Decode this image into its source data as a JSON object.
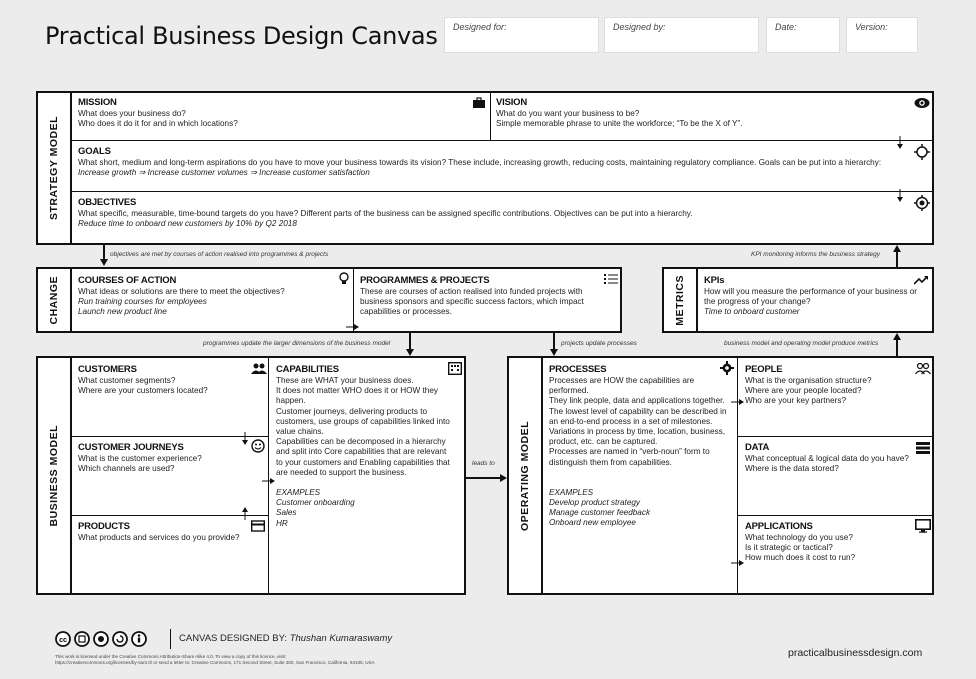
{
  "header": {
    "title": "Practical Business Design Canvas",
    "fields": [
      "Designed for:",
      "Designed by:",
      "Date:",
      "Version:"
    ]
  },
  "strategy": {
    "label": "STRATEGY MODEL",
    "mission": {
      "title": "MISSION",
      "lines": [
        "What does your business do?",
        "Who does it do it for and in which locations?"
      ]
    },
    "vision": {
      "title": "VISION",
      "lines": [
        "What do you want your business to be?",
        "Simple memorable phrase to unite the workforce; “To be the X of Y”."
      ]
    },
    "goals": {
      "title": "GOALS",
      "lines": [
        "What short, medium and long-term aspirations do you have to move your business towards its vision? These include, increasing growth, reducing costs, maintaining regulatory compliance. Goals can be put into a hierarchy:"
      ],
      "example": "Increase growth ⇒ Increase customer volumes ⇒ Increase customer satisfaction"
    },
    "objectives": {
      "title": "OBJECTIVES",
      "lines": [
        "What specific, measurable, time-bound targets do you have? Different parts of the business can be assigned specific contributions. Objectives can be put into a hierarchy."
      ],
      "example": "Reduce time to onboard new customers by 10% by Q2 2018"
    }
  },
  "connectors": {
    "objectives_to_coa": "objectives are met by courses of action realised into programmes & projects",
    "kpi_to_strategy": "KPI monitoring informs the business strategy",
    "programmes_to_business": "programmes update the larger dimensions of the business model",
    "projects_to_processes": "projects update processes",
    "models_to_metrics": "business model and operating model produce metrics",
    "leads_to": "leads to"
  },
  "change": {
    "label": "CHANGE",
    "coa": {
      "title": "COURSES OF ACTION",
      "lines": [
        "What ideas or solutions are there to meet the objectives?"
      ],
      "examples": [
        "Run training courses for employees",
        "Launch new product line"
      ]
    },
    "pp": {
      "title": "PROGRAMMES & PROJECTS",
      "lines": [
        "These are courses of action realised into funded projects with",
        "business sponsors and specific success factors, which impact",
        "capabilities or processes."
      ]
    }
  },
  "metrics": {
    "label": "METRICS",
    "kpis": {
      "title": "KPIs",
      "lines": [
        "How will you measure the performance of your business or",
        "the progress of your change?"
      ],
      "example": "Time to onboard customer"
    }
  },
  "business": {
    "label": "BUSINESS MODEL",
    "customers": {
      "title": "CUSTOMERS",
      "lines": [
        "What customer segments?",
        "Where are your customers located?"
      ]
    },
    "journeys": {
      "title": "CUSTOMER JOURNEYS",
      "lines": [
        "What is the customer experience?",
        "Which channels are used?"
      ]
    },
    "products": {
      "title": "PRODUCTS",
      "lines": [
        "What products and services do you provide?"
      ]
    },
    "capabilities": {
      "title": "CAPABILITIES",
      "lines": [
        "These are WHAT your business does.",
        "It does not matter WHO does it or HOW they",
        "happen.",
        "Customer journeys, delivering products to",
        "customers, use groups of capabilities linked into",
        "value chains.",
        "Capabilities can be decomposed in a hierarchy",
        "and split into Core capabilities that are relevant",
        "to your customers and Enabling capabilities that",
        "are needed to support the business."
      ],
      "examples_label": "EXAMPLES",
      "examples": [
        "Customer onboarding",
        "Sales",
        "HR"
      ]
    }
  },
  "operating": {
    "label": "OPERATING MODEL",
    "processes": {
      "title": "PROCESSES",
      "lines": [
        "Processes are HOW the capabilities are",
        "performed.",
        "They link people, data and applications together.",
        "The lowest level of capability can be described in",
        "an end-to-end process in a set of milestones.",
        "Variations in process by time, location, business,",
        "product, etc. can be captured.",
        "Processes are named in “verb-noun” form to",
        "distinguish them from capabilities."
      ],
      "examples_label": "EXAMPLES",
      "examples": [
        "Develop product strategy",
        "Manage customer feedback",
        "Onboard new employee"
      ]
    },
    "people": {
      "title": "PEOPLE",
      "lines": [
        "What is the organisation structure?",
        "Where are your people located?",
        "Who are your key partners?"
      ]
    },
    "data": {
      "title": "DATA",
      "lines": [
        "What conceptual & logical data do you have?",
        "Where is the data stored?"
      ]
    },
    "applications": {
      "title": "APPLICATIONS",
      "lines": [
        "What technology do you use?",
        "Is it strategic or tactical?",
        "How much does it cost to run?"
      ]
    }
  },
  "footer": {
    "designed_by_label": "CANVAS DESIGNED BY:",
    "designer": "Thushan Kumaraswamy",
    "license": "This work is licensed under the Creative Commons Attribution-Share Alike 4.0. To view a copy of this licence, visit:",
    "license2": "https://creativecommons.org/licenses/by-sa/4.0/ or send a letter to: Creative Commons, 171 Second Street, Suite 300, San Francisco, California, 94105, USA",
    "website": "practicalbusinessdesign.com"
  },
  "icons": [
    "briefcase-icon",
    "eye-icon",
    "crosshair-icon",
    "target-icon",
    "lightbulb-icon",
    "list-icon",
    "trend-icon",
    "people-icon",
    "building-icon",
    "smiley-icon",
    "card-icon",
    "gear-icon",
    "group-icon",
    "database-icon",
    "monitor-icon"
  ]
}
